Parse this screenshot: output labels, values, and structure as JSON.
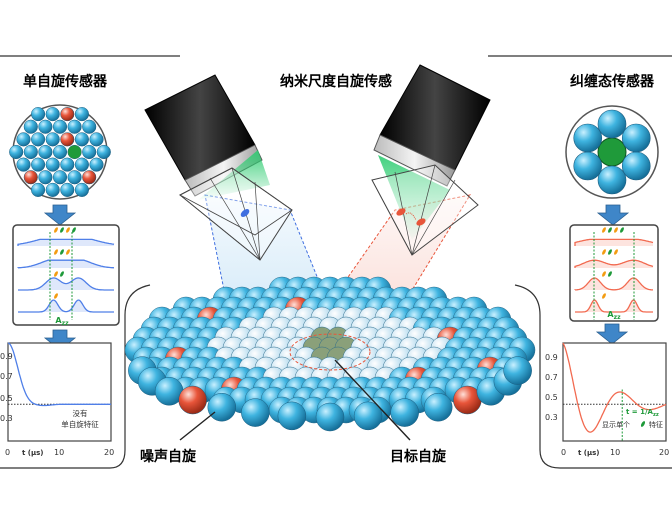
{
  "titles": {
    "left": "单自旋传感器",
    "center": "纳米尺度自旋传感",
    "right": "纠缠态传感器"
  },
  "labels": {
    "noise_spin": "噪声自旋",
    "target_spin": "目标自旋",
    "coupling_left": "A",
    "coupling_sub": "zz",
    "dots": "···"
  },
  "left_plot": {
    "y_ticks": [
      "0.9",
      "0.7",
      "0.5",
      "0.3"
    ],
    "x_ticks": [
      "0",
      "10",
      "20"
    ],
    "xlabel": "t (μs)",
    "annotation_line1": "没有",
    "annotation_line2": "单自旋特征"
  },
  "right_plot": {
    "y_ticks": [
      "0.9",
      "0.7",
      "0.5",
      "0.3"
    ],
    "x_ticks": [
      "0",
      "10",
      "20"
    ],
    "xlabel": "t (μs)",
    "annotation_formula": "t = 1/A",
    "annotation_text_a": "显示单个",
    "annotation_text_b": "特征"
  },
  "colors": {
    "blue_sphere": "#3fb4e0",
    "red_sphere": "#e8553a",
    "green_sphere": "#1f9a3a",
    "blue_curve": "#4f7fe8",
    "red_curve": "#f26a50",
    "arrow": "#3f86c8"
  }
}
